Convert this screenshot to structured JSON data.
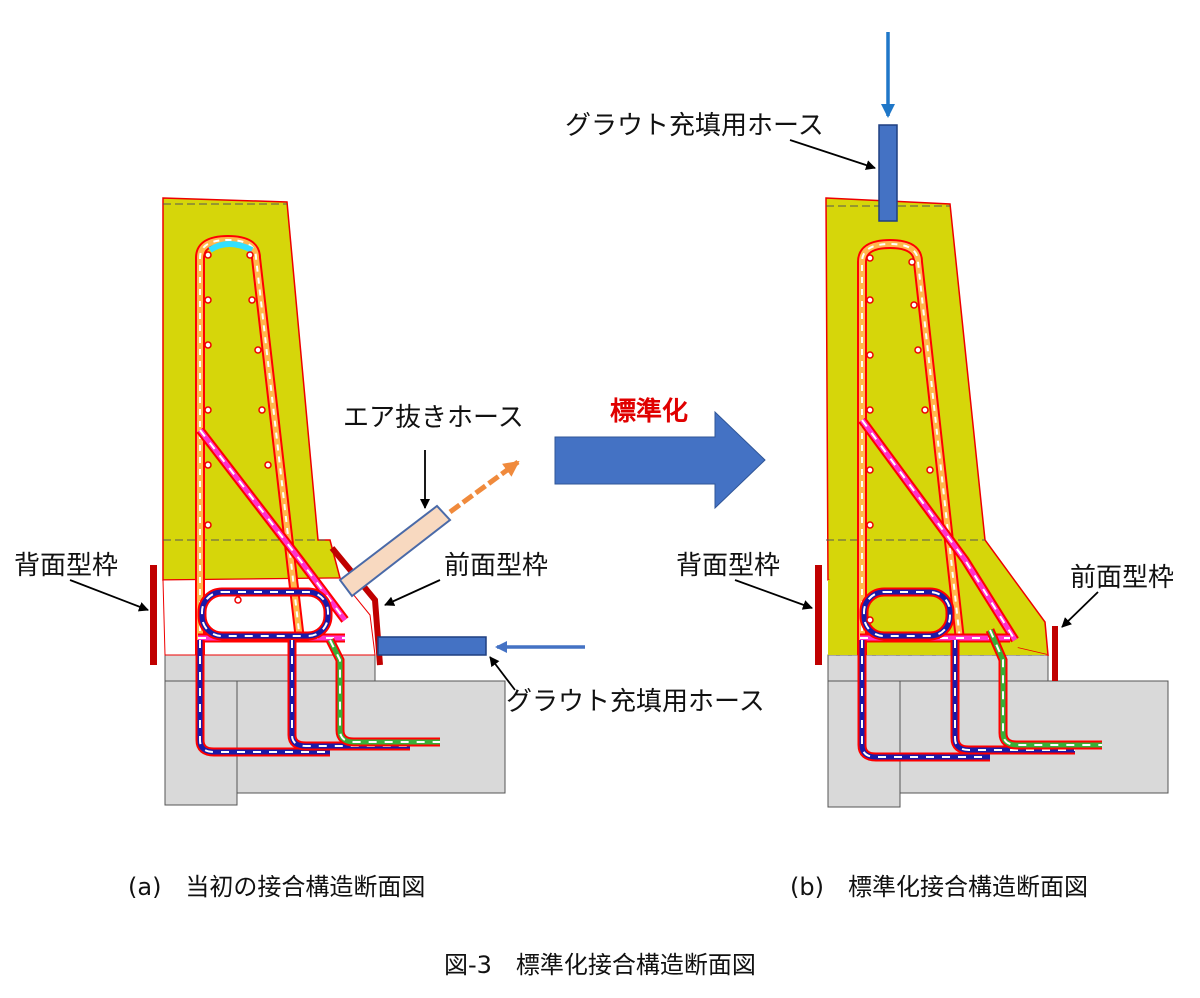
{
  "diagram_a": {
    "air_hose_label": "エア抜きホース",
    "grout_hose_label": "グラウト充填用ホース",
    "back_form_label": "背面型枠",
    "front_form_label": "前面型枠",
    "caption": "(a)　当初の接合構造断面図"
  },
  "diagram_b": {
    "grout_hose_label": "グラウト充填用ホース",
    "back_form_label": "背面型枠",
    "front_form_label": "前面型枠",
    "caption": "(b)　標準化接合構造断面図"
  },
  "transition": {
    "label": "標準化"
  },
  "figure": {
    "title": "図-3　標準化接合構造断面図"
  },
  "colors": {
    "concrete_fill": "#d6d60a",
    "base_fill": "#d9d9d9",
    "rebar": "#ff0000",
    "rebar_inner": "#ffb84d",
    "arrow_blue": "#4472c4",
    "hose_blue": "#4472c4",
    "air_arrow": "#f08a3c",
    "form_red": "#c00000",
    "standard_label": "#e00000"
  }
}
